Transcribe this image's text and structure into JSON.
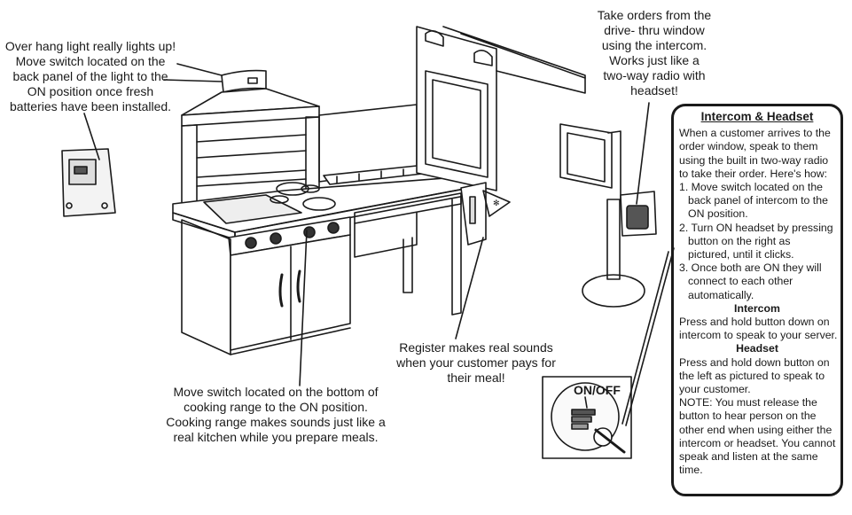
{
  "callouts": {
    "light": [
      "Over hang light really lights up!",
      "Move switch located on the",
      "back panel of the light to the",
      "ON position once fresh",
      "batteries have been installed."
    ],
    "drive_thru": [
      "Take orders from the",
      "drive- thru window",
      "using the intercom.",
      "Works just like a",
      "two-way radio with",
      "headset!"
    ],
    "register": [
      "Register makes real sounds",
      "when your customer pays for",
      "their meal!"
    ],
    "range": [
      "Move switch located on the bottom of",
      "cooking range to the ON position.",
      "Cooking range makes sounds just like a",
      "real kitchen while you prepare meals."
    ]
  },
  "switch_label": "ON/OFF",
  "intercom_box": {
    "title": "Intercom & Headset",
    "intro": [
      "When a customer arrives to the",
      "order window, speak to them",
      "using the built in two-way radio",
      "to take their order. Here's how:"
    ],
    "steps": [
      [
        "1. Move switch located on the",
        "back panel of intercom to the",
        "ON position."
      ],
      [
        "2. Turn ON headset by pressing",
        "button on the right as",
        "pictured, until it clicks."
      ],
      [
        "3. Once both are ON they will",
        "connect to each other",
        "automatically."
      ]
    ],
    "intercom_heading": "Intercom",
    "intercom_text": [
      "Press and hold button down on",
      "intercom to speak to your server."
    ],
    "headset_heading": "Headset",
    "headset_text": [
      "Press and hold down button on",
      "the left as pictured to speak to",
      "your customer."
    ],
    "note": [
      "NOTE: You must release the",
      "button to hear person on the",
      "other end when using either the",
      "intercom or headset. You cannot",
      "speak and listen at the same",
      "time."
    ]
  }
}
